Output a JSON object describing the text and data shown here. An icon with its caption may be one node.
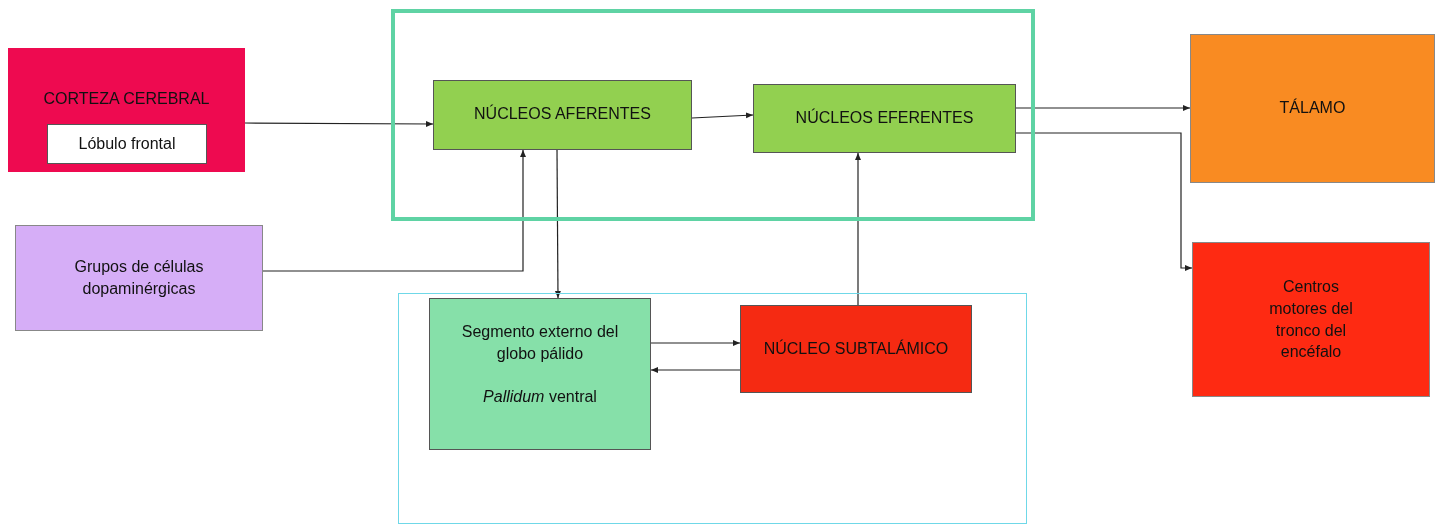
{
  "diagram": {
    "nodes": [
      {
        "text": [
          "CORTEZA CEREBRAL"
        ]
      },
      {
        "text": [
          "Lóbulo frontal"
        ],
        "in": 0
      },
      {
        "text": [],
        "shape": "box"
      },
      {
        "text": [
          "NÚCLEOS AFERENTES"
        ],
        "in": 2
      },
      {
        "text": [
          "NÚCLEOS EFERENTES"
        ],
        "in": 2
      },
      {
        "text": [
          "TÁLAMO"
        ]
      },
      {
        "text": [
          "Grupos de células dopaminérgicas"
        ]
      },
      {
        "text": [
          "Centros motores del tronco del encéfalo"
        ]
      },
      {
        "text": [],
        "shape": "box"
      },
      {
        "text": [
          "Segmento externo del globo pálido",
          "*Pallidum* ventral"
        ],
        "in": 8
      },
      {
        "text": [
          "NÚCLEO SUBTALÁMICO"
        ],
        "in": 8
      }
    ],
    "edges": [
      {
        "from": 0,
        "to": 3,
        "arrow": "to"
      },
      {
        "from": 3,
        "to": 4,
        "arrow": "to"
      },
      {
        "from": 4,
        "to": 5,
        "arrow": "to"
      },
      {
        "from": 4,
        "to": 7,
        "arrow": "to"
      },
      {
        "from": 6,
        "to": 3,
        "arrow": "to"
      },
      {
        "from": 3,
        "to": 9,
        "arrow": "to"
      },
      {
        "from": 9,
        "to": 10,
        "arrow": "to"
      },
      {
        "from": 10,
        "to": 9,
        "arrow": "to"
      },
      {
        "from": 10,
        "to": 4,
        "arrow": "to"
      }
    ]
  }
}
